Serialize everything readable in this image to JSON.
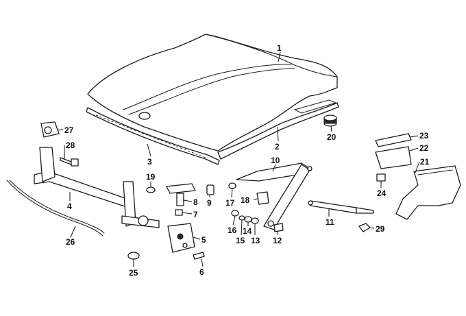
{
  "diagram": {
    "callouts": {
      "p1": "1",
      "p2": "2",
      "p3": "3",
      "p4": "4",
      "p5": "5",
      "p6": "6",
      "p7": "7",
      "p8": "8",
      "p9": "9",
      "p10": "10",
      "p11": "11",
      "p12": "12",
      "p13": "13",
      "p14": "14",
      "p15": "15",
      "p16": "16",
      "p17": "17",
      "p18": "18",
      "p19": "19",
      "p20": "20",
      "p21": "21",
      "p22": "22",
      "p23": "23",
      "p24": "24",
      "p25": "25",
      "p26": "26",
      "p27": "27",
      "p28": "28",
      "p29": "29"
    }
  }
}
